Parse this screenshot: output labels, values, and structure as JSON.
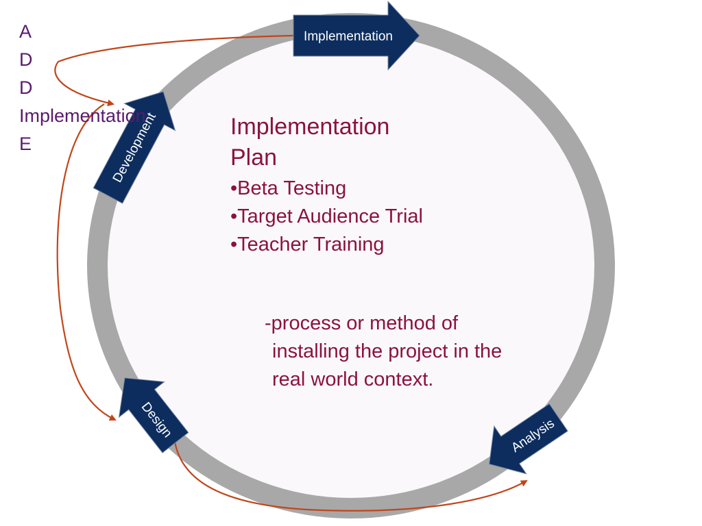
{
  "acronym": {
    "letters": [
      "A",
      "D",
      "D",
      "Implementation",
      "E"
    ]
  },
  "arrows": {
    "implementation": "Implementation",
    "development": "Development",
    "design": "Design",
    "analysis": "Analysis"
  },
  "plan": {
    "title": "Implementation Plan",
    "items": [
      "•Beta Testing",
      "•Target Audience Trial",
      "•Teacher Training"
    ]
  },
  "definition": {
    "line1": "-process or method of",
    "line2": "installing the project in the",
    "line3": "real world context."
  },
  "colors": {
    "ring": "#a8a8a8",
    "inner_fill": "#fbf8fb",
    "arrow_fill": "#0d2d5e",
    "connector": "#c0461a",
    "acronym_text": "#5a1a6e",
    "plan_text": "#8b1240"
  }
}
